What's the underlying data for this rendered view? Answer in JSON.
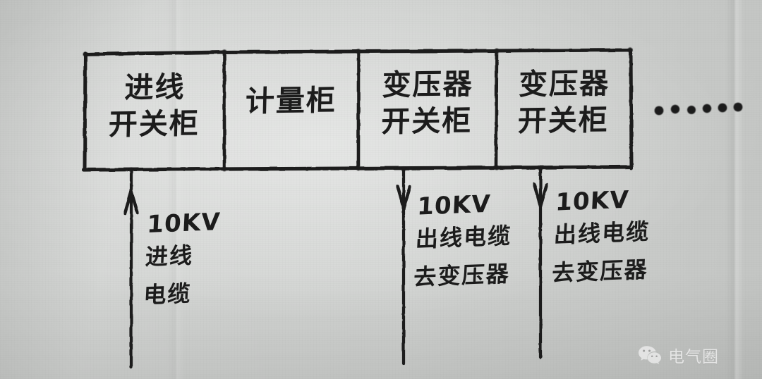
{
  "diagram": {
    "type": "hand-drawn single-line electrical switchgear layout",
    "cabinets": [
      {
        "id": "incoming-switchgear",
        "lines": [
          "进线",
          "开关柜"
        ]
      },
      {
        "id": "metering-cabinet",
        "lines": [
          "计量柜"
        ]
      },
      {
        "id": "transformer-switchgear-1",
        "lines": [
          "变压器",
          "开关柜"
        ]
      },
      {
        "id": "transformer-switchgear-2",
        "lines": [
          "变压器",
          "开关柜"
        ]
      }
    ],
    "continuation": "••••••",
    "annotations": [
      {
        "id": "incoming-cable",
        "direction": "up",
        "voltage": "10KV",
        "lines": [
          "进线",
          "电缆"
        ]
      },
      {
        "id": "outgoing-cable-1",
        "direction": "down",
        "voltage": "10KV",
        "lines": [
          "出线电缆",
          "去变压器"
        ]
      },
      {
        "id": "outgoing-cable-2",
        "direction": "down",
        "voltage": "10KV",
        "lines": [
          "出线电缆",
          "去变压器"
        ]
      }
    ],
    "ink_color": "#1c1c1c",
    "paper_color": "#d2d4d2"
  },
  "watermark": {
    "icon": "wechat-icon",
    "text": "电气圈",
    "color": "#efefef"
  }
}
